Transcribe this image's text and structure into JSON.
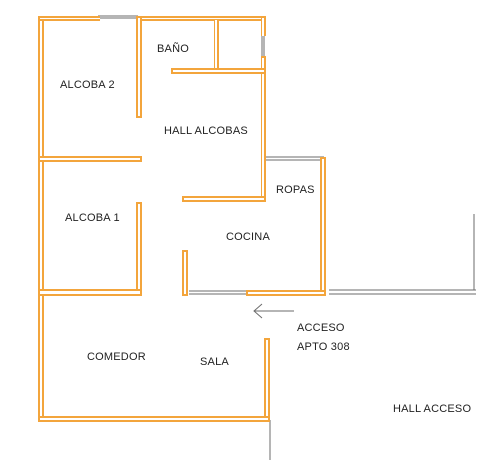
{
  "plan": {
    "rooms": {
      "bano": "BAÑO",
      "alcoba2": "ALCOBA 2",
      "hall_alcobas": "HALL ALCOBAS",
      "ropas": "ROPAS",
      "alcoba1": "ALCOBA 1",
      "cocina": "COCINA",
      "comedor": "COMEDOR",
      "sala": "SALA"
    },
    "access_line1": "ACCESO",
    "access_line2": "APTO 308",
    "hall_acceso": "HALL ACCESO",
    "colors": {
      "wall": "#f3a53c",
      "line": "#6b6b6b"
    }
  }
}
